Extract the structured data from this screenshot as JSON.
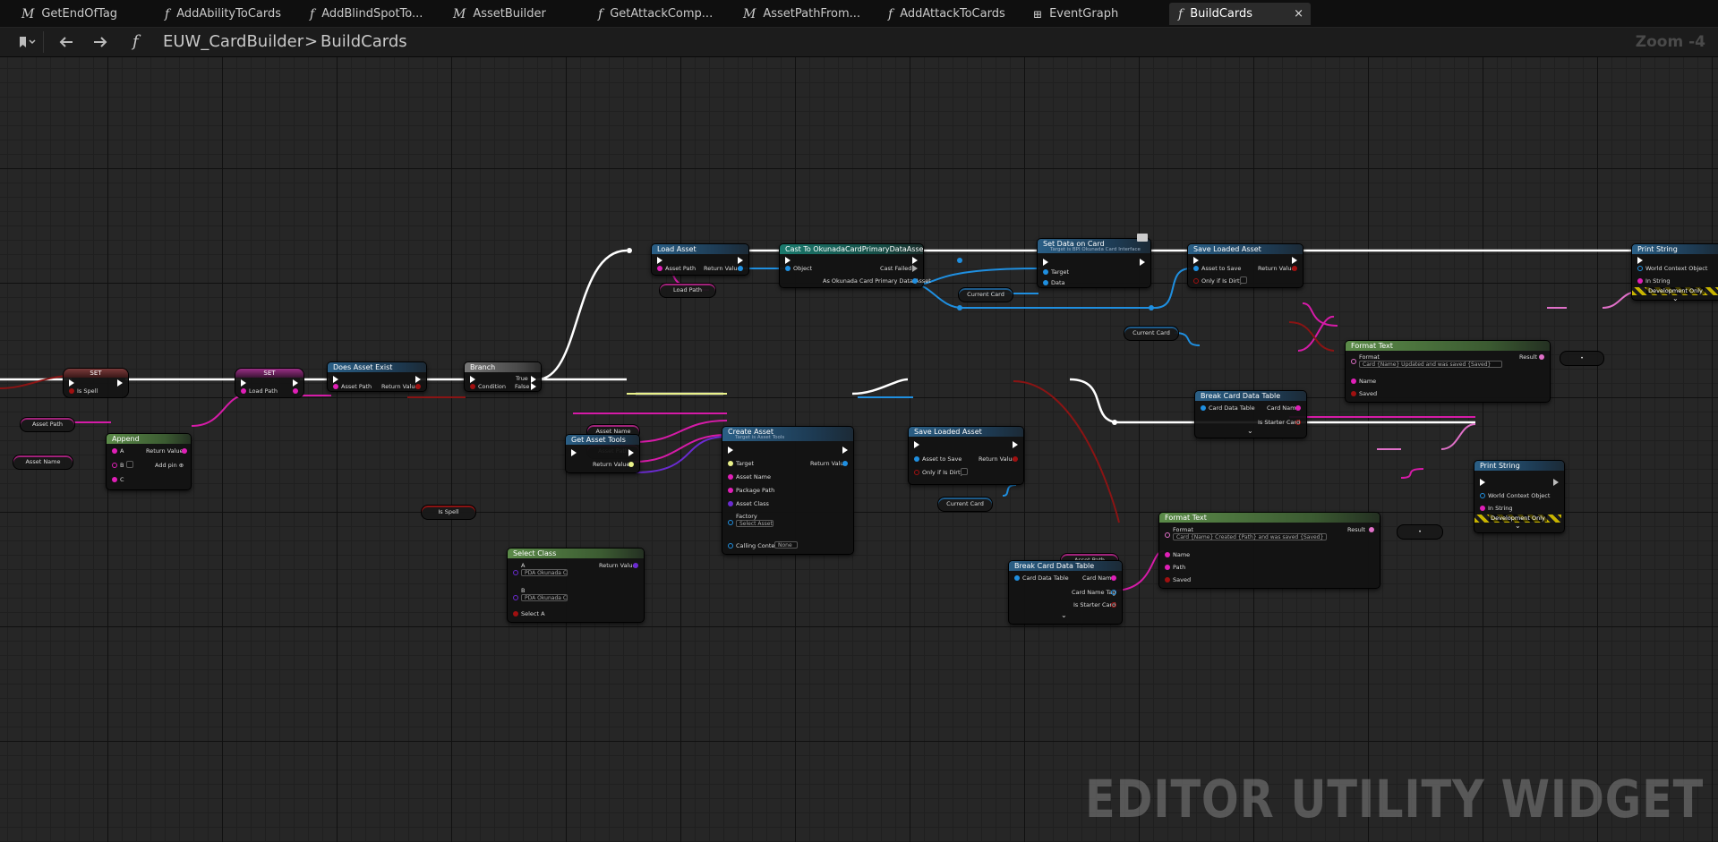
{
  "tabs": [
    {
      "icon": "M",
      "label": "GetEndOfTag"
    },
    {
      "icon": "f",
      "label": "AddAbilityToCards"
    },
    {
      "icon": "f",
      "label": "AddBlindSpotTo..."
    },
    {
      "icon": "M",
      "label": "AssetBuilder"
    },
    {
      "icon": "f",
      "label": "GetAttackComp..."
    },
    {
      "icon": "M",
      "label": "AssetPathFrom..."
    },
    {
      "icon": "f",
      "label": "AddAttackToCards"
    },
    {
      "icon": "graph",
      "label": "EventGraph"
    },
    {
      "icon": "f",
      "label": "BuildCards",
      "close": "×"
    }
  ],
  "toolbar": {
    "breadcrumb_root": "EUW_CardBuilder",
    "breadcrumb_sep": ">",
    "breadcrumb_current": "BuildCards",
    "zoom": "Zoom -4",
    "func_icon": "f"
  },
  "nodes": {
    "set1": {
      "title": "SET",
      "pin": "Is Spell"
    },
    "set2": {
      "title": "SET",
      "pin": "Load Path"
    },
    "append": {
      "title": "Append",
      "a": "A",
      "b": "B",
      "c": "C",
      "ret": "Return Value",
      "addpin": "Add pin ⊕"
    },
    "does_exist": {
      "title": "Does Asset Exist",
      "in": "Asset Path",
      "ret": "Return Value"
    },
    "branch": {
      "title": "Branch",
      "cond": "Condition",
      "t": "True",
      "f": "False"
    },
    "load_asset": {
      "title": "Load Asset",
      "in": "Asset Path",
      "ret": "Return Value"
    },
    "cast": {
      "title": "Cast To OkunadaCardPrimaryDataAsset",
      "obj": "Object",
      "failed": "Cast Failed",
      "as": "As Okunada Card Primary Data Asset"
    },
    "set_data": {
      "title": "Set Data on Card",
      "sub": "Target is BPI Okunada Card Interface",
      "target": "Target",
      "data": "Data"
    },
    "save1": {
      "title": "Save Loaded Asset",
      "in": "Asset to Save",
      "dirty": "Only if Is Dirty",
      "ret": "Return Value"
    },
    "print1": {
      "title": "Print String",
      "wco": "World Context Object",
      "str": "In String",
      "dev": "Development Only"
    },
    "format1": {
      "title": "Format Text",
      "fmt": "Format",
      "fmt_val": "Card {Name} Updated and was saved {Saved}",
      "name": "Name",
      "saved": "Saved",
      "result": "Result"
    },
    "break1": {
      "title": "Break Card Data Table",
      "in": "Card Data Table",
      "name": "Card Name",
      "starter": "Is Starter Card"
    },
    "get_tools": {
      "title": "Get Asset Tools",
      "ret": "Return Value"
    },
    "create": {
      "title": "Create Asset",
      "sub": "Target is Asset Tools",
      "target": "Target",
      "name": "Asset Name",
      "pkg": "Package Path",
      "cls": "Asset Class",
      "factory": "Factory",
      "factory_val": "Select Asset",
      "ctx": "Calling Context",
      "ctx_val": "None",
      "ret": "Return Value"
    },
    "save2": {
      "title": "Save Loaded Asset",
      "in": "Asset to Save",
      "dirty": "Only if Is Dirty",
      "ret": "Return Value"
    },
    "print2": {
      "title": "Print String",
      "wco": "World Context Object",
      "str": "In String",
      "dev": "Development Only"
    },
    "format2": {
      "title": "Format Text",
      "fmt": "Format",
      "fmt_val": "Card {Name} Created {Path} and was saved {Saved}",
      "name": "Name",
      "path": "Path",
      "saved": "Saved",
      "result": "Result"
    },
    "break2": {
      "title": "Break Card Data Table",
      "in": "Card Data Table",
      "name": "Card Name",
      "tag": "Card Name Tag",
      "starter": "Is Starter Card"
    },
    "select": {
      "title": "Select Class",
      "a": "A",
      "b": "B",
      "sel": "Select A",
      "opt": "PDA Okunada Ca",
      "ret": "Return Value"
    }
  },
  "vars": {
    "asset_path": "Asset Path",
    "asset_name": "Asset Name",
    "load_path": "Load Path",
    "current_card": "Current Card",
    "is_spell": "Is Spell"
  },
  "watermark": "EDITOR UTILITY WIDGET",
  "colors": {
    "exec": "#ffffff",
    "string": "#e01fb7",
    "object": "#1f8fe0",
    "bool": "#a01010",
    "class": "#6a2bd0",
    "text": "#e070c8"
  }
}
